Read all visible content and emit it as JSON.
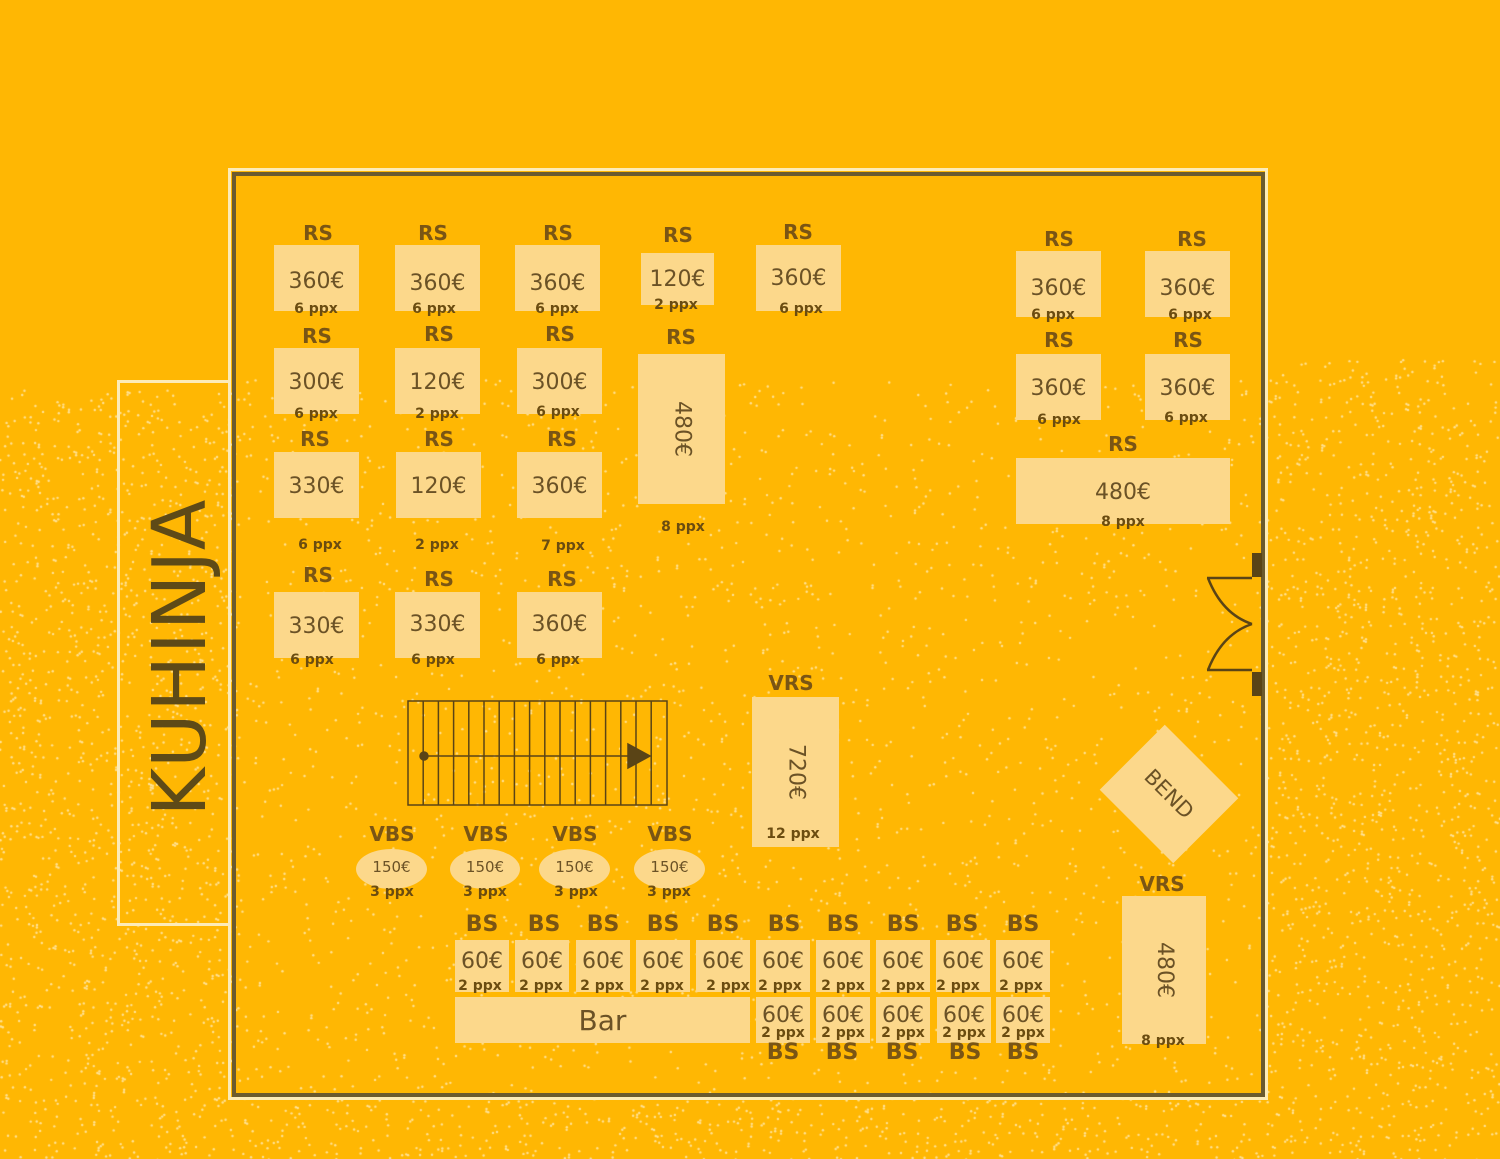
{
  "kitchen": {
    "label": "KUHINJA"
  },
  "colors": {
    "background": "#FFB703",
    "table": "#FCD88B",
    "wall": "#6B5A2E",
    "outline": "#FCEBB8",
    "text": "#6E4E12"
  },
  "tables": {
    "t1": {
      "tag": "RS",
      "price": "360€",
      "cap": "6 ppx"
    },
    "t2": {
      "tag": "RS",
      "price": "360€",
      "cap": "6 ppx"
    },
    "t3": {
      "tag": "RS",
      "price": "360€",
      "cap": "6 ppx"
    },
    "t4": {
      "tag": "RS",
      "price": "120€",
      "cap": "2 ppx"
    },
    "t5": {
      "tag": "RS",
      "price": "360€",
      "cap": "6 ppx"
    },
    "t6": {
      "tag": "RS",
      "price": "300€",
      "cap": "6 ppx"
    },
    "t7": {
      "tag": "RS",
      "price": "120€",
      "cap": "2 ppx"
    },
    "t8": {
      "tag": "RS",
      "price": "300€",
      "cap": "6 ppx"
    },
    "t9": {
      "tag": "RS",
      "price": "480€",
      "cap": "8 ppx"
    },
    "t10": {
      "tag": "RS",
      "price": "330€",
      "cap": "6 ppx"
    },
    "t11": {
      "tag": "RS",
      "price": "120€",
      "cap": "2 ppx"
    },
    "t12": {
      "tag": "RS",
      "price": "360€",
      "cap": "7 ppx"
    },
    "t13": {
      "tag": "RS",
      "price": "330€",
      "cap": "6 ppx"
    },
    "t14": {
      "tag": "RS",
      "price": "330€",
      "cap": "6 ppx"
    },
    "t15": {
      "tag": "RS",
      "price": "360€",
      "cap": "6 ppx"
    },
    "r1": {
      "tag": "RS",
      "price": "360€",
      "cap": "6 ppx"
    },
    "r2": {
      "tag": "RS",
      "price": "360€",
      "cap": "6 ppx"
    },
    "r3": {
      "tag": "RS",
      "price": "360€",
      "cap": "6 ppx"
    },
    "r4": {
      "tag": "RS",
      "price": "360€",
      "cap": "6 ppx"
    },
    "r5": {
      "tag": "RS",
      "price": "480€",
      "cap": "8 ppx"
    },
    "vrs1": {
      "tag": "VRS",
      "price": "720€",
      "cap": "12 ppx"
    },
    "vrs2": {
      "tag": "VRS",
      "price": "480€",
      "cap": "8 ppx"
    },
    "bend": {
      "label": "BEND"
    }
  },
  "vbs": [
    {
      "tag": "VBS",
      "price": "150€",
      "cap": "3 ppx"
    },
    {
      "tag": "VBS",
      "price": "150€",
      "cap": "3 ppx"
    },
    {
      "tag": "VBS",
      "price": "150€",
      "cap": "3 ppx"
    },
    {
      "tag": "VBS",
      "price": "150€",
      "cap": "3 ppx"
    }
  ],
  "bs_top": [
    {
      "tag": "BS",
      "price": "60€",
      "cap": "2 ppx"
    },
    {
      "tag": "BS",
      "price": "60€",
      "cap": "2 ppx"
    },
    {
      "tag": "BS",
      "price": "60€",
      "cap": "2 ppx"
    },
    {
      "tag": "BS",
      "price": "60€",
      "cap": "2 ppx"
    },
    {
      "tag": "BS",
      "price": "60€",
      "cap": "2 ppx"
    },
    {
      "tag": "BS",
      "price": "60€",
      "cap": "2 ppx"
    },
    {
      "tag": "BS",
      "price": "60€",
      "cap": "2 ppx"
    },
    {
      "tag": "BS",
      "price": "60€",
      "cap": "2 ppx"
    },
    {
      "tag": "BS",
      "price": "60€",
      "cap": "2 ppx"
    },
    {
      "tag": "BS",
      "price": "60€",
      "cap": "2 ppx"
    }
  ],
  "bs_bottom": [
    {
      "tag": "BS",
      "price": "60€",
      "cap": "2 ppx"
    },
    {
      "tag": "BS",
      "price": "60€",
      "cap": "2 ppx"
    },
    {
      "tag": "BS",
      "price": "60€",
      "cap": "2 ppx"
    },
    {
      "tag": "BS",
      "price": "60€",
      "cap": "2 ppx"
    },
    {
      "tag": "BS",
      "price": "60€",
      "cap": "2 ppx"
    }
  ],
  "bar": {
    "label": "Bar"
  }
}
